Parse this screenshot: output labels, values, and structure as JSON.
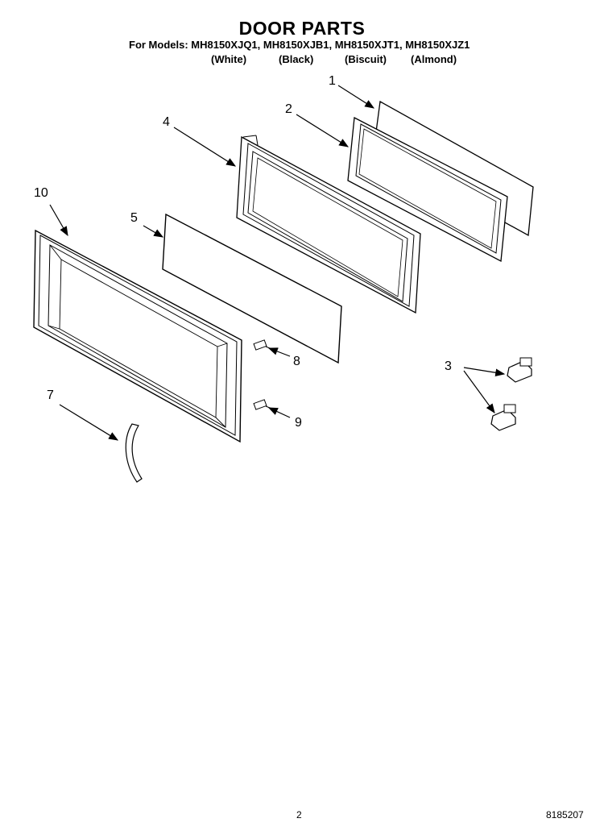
{
  "header": {
    "title": "DOOR PARTS",
    "models_line": "For Models: MH8150XJQ1, MH8150XJB1, MH8150XJT1, MH8150XJZ1",
    "colors": [
      "(White)",
      "(Black)",
      "(Biscuit)",
      "(Almond)"
    ]
  },
  "callouts": {
    "c1": "1",
    "c2": "2",
    "c3": "3",
    "c4": "4",
    "c5": "5",
    "c7": "7",
    "c8": "8",
    "c9": "9",
    "c10": "10"
  },
  "footer": {
    "page_number": "2",
    "document_number": "8185207"
  }
}
